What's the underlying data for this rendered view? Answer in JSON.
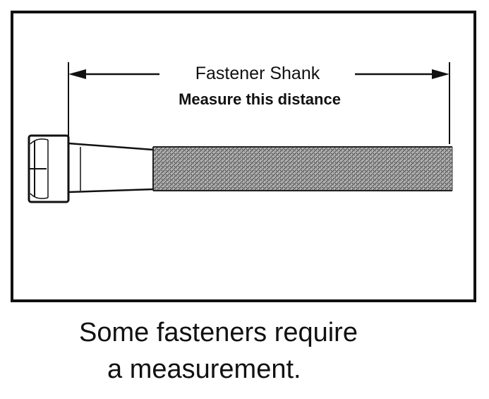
{
  "diagram": {
    "label_title": "Fastener Shank",
    "label_subtitle": "Measure this distance"
  },
  "caption": {
    "line1": "Some fasteners require",
    "line2": "a measurement."
  },
  "colors": {
    "ink": "#111111",
    "background": "#ffffff",
    "thread_fill": "#a8a8a8"
  }
}
